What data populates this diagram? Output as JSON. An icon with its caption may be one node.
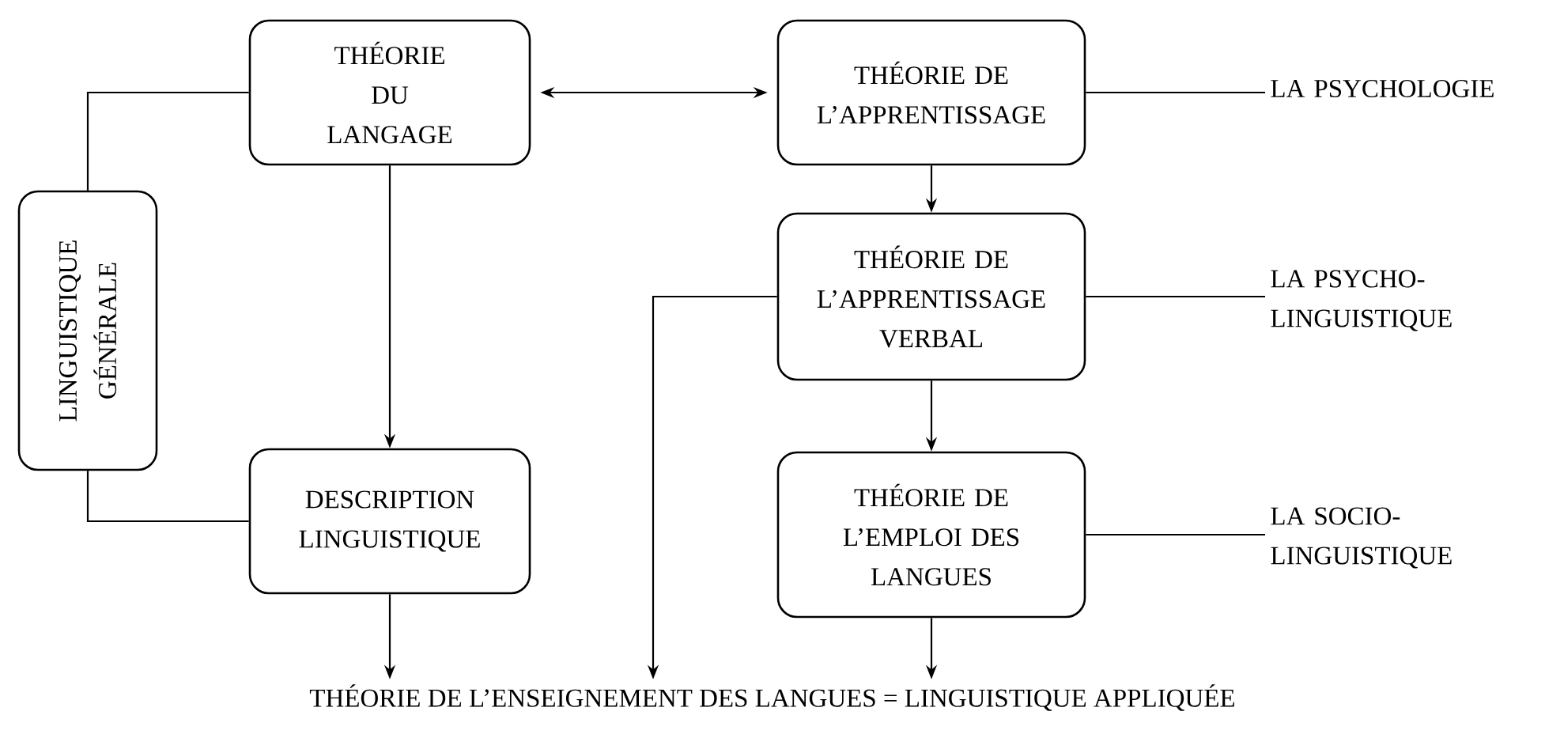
{
  "diagram": {
    "nodes": [
      {
        "text": [
          "THÉORIE DU LANGAGE"
        ]
      },
      {
        "text": [
          "LINGUISTIQUE GÉNÉRALE"
        ]
      },
      {
        "text": [
          "DESCRIPTION LINGUISTIQUE"
        ]
      },
      {
        "text": [
          "THÉORIE DE L’APPRENTISSAGE"
        ]
      },
      {
        "text": [
          "LA PSYCHOLOGIE"
        ]
      },
      {
        "text": [
          "THÉORIE DE L’APPRENTISSAGE VERBAL"
        ]
      },
      {
        "text": [
          "LA PSYCHO- LINGUISTIQUE"
        ]
      },
      {
        "text": [
          "THÉORIE DE L’EMPLOI DES LANGUES"
        ]
      },
      {
        "text": [
          "LA SOCIO- LINGUISTIQUE"
        ]
      },
      {
        "text": [
          "THÉORIE DE L’ENSEIGNEMENT DES LANGUES = LINGUISTIQUE APPLIQUÉE"
        ]
      }
    ],
    "edges": [
      {
        "from": 0,
        "to": 3,
        "arrow": "both"
      },
      {
        "from": 1,
        "to": 0,
        "arrow": "none"
      },
      {
        "from": 1,
        "to": 2,
        "arrow": "none"
      },
      {
        "from": 0,
        "to": 2,
        "arrow": "to"
      },
      {
        "from": 3,
        "to": 4,
        "arrow": "none"
      },
      {
        "from": 3,
        "to": 5,
        "arrow": "to"
      },
      {
        "from": 5,
        "to": 6,
        "arrow": "none"
      },
      {
        "from": 5,
        "to": 7,
        "arrow": "to"
      },
      {
        "from": 7,
        "to": 8,
        "arrow": "none"
      },
      {
        "from": 2,
        "to": 9,
        "arrow": "to"
      },
      {
        "from": 5,
        "to": 9,
        "arrow": "to"
      },
      {
        "from": 7,
        "to": 9,
        "arrow": "to"
      }
    ]
  }
}
